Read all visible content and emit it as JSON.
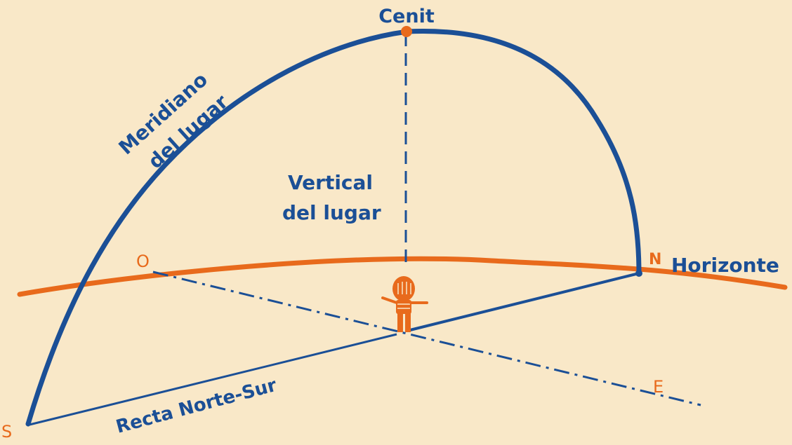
{
  "colors": {
    "background": "#f9e8c8",
    "blue": "#1b4f96",
    "orange": "#e86a1c"
  },
  "labels": {
    "zenith": "Cenit",
    "meridian_line1": "Meridiano",
    "meridian_line2": "del lugar",
    "vertical_line1": "Vertical",
    "vertical_line2": "del lugar",
    "horizon": "Horizonte",
    "north_south_line": "Recta Norte-Sur",
    "north": "N",
    "south": "S",
    "east": "E",
    "west": "O"
  },
  "icons": {
    "observer": "observer-figure-icon"
  }
}
